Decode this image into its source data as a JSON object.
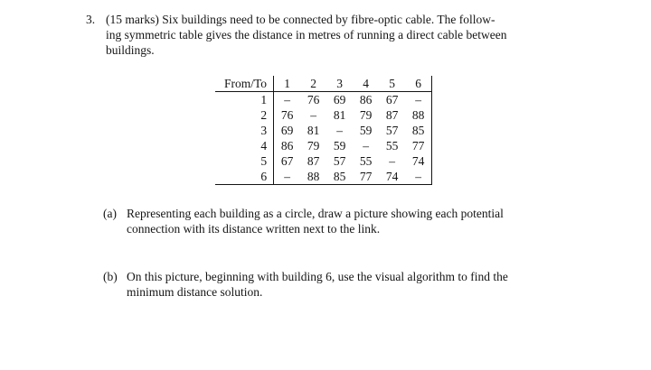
{
  "question": {
    "number": "3.",
    "lines": [
      "(15 marks) Six buildings need to be connected by fibre-optic cable. The follow-",
      "ing symmetric table gives the distance in metres of running a direct cable between",
      "buildings."
    ]
  },
  "table": {
    "corner": "From/To",
    "headers": [
      "1",
      "2",
      "3",
      "4",
      "5",
      "6"
    ],
    "rows": [
      {
        "label": "1",
        "values": [
          "–",
          "76",
          "69",
          "86",
          "67",
          "–"
        ]
      },
      {
        "label": "2",
        "values": [
          "76",
          "–",
          "81",
          "79",
          "87",
          "88"
        ]
      },
      {
        "label": "3",
        "values": [
          "69",
          "81",
          "–",
          "59",
          "57",
          "85"
        ]
      },
      {
        "label": "4",
        "values": [
          "86",
          "79",
          "59",
          "–",
          "55",
          "77"
        ]
      },
      {
        "label": "5",
        "values": [
          "67",
          "87",
          "57",
          "55",
          "–",
          "74"
        ]
      },
      {
        "label": "6",
        "values": [
          "–",
          "88",
          "85",
          "77",
          "74",
          "–"
        ]
      }
    ]
  },
  "parts": [
    {
      "label": "(a)",
      "lines": [
        "Representing each building as a circle, draw a picture showing each potential",
        "connection with its distance written next to the link."
      ]
    },
    {
      "label": "(b)",
      "lines": [
        "On this picture, beginning with building 6, use the visual algorithm to find the",
        "minimum distance solution."
      ]
    }
  ]
}
